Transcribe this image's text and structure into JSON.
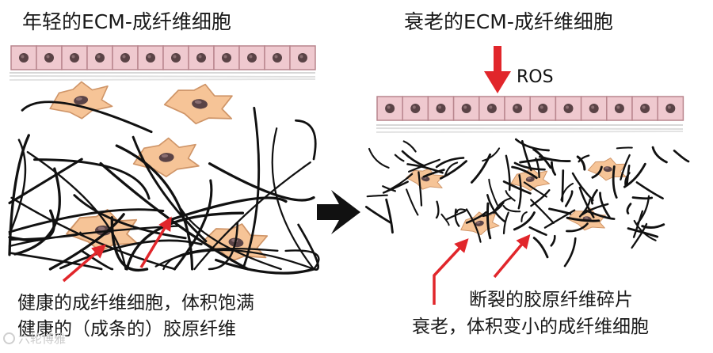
{
  "left_panel": {
    "title": "年轻的ECM-成纤维细胞",
    "caption_line1": "健康的成纤维细胞，体积饱满",
    "caption_line2": "健康的（成条的）胶原纤维"
  },
  "right_panel": {
    "title": "衰老的ECM-成纤维细胞",
    "stress_label": "ROS",
    "caption_line1": "断裂的胶原纤维碎片",
    "caption_line2": "衰老，体积变小的成纤维细胞"
  },
  "watermark": "六轮博雅",
  "colors": {
    "epithelium_fill": "#efc9cf",
    "epithelium_stroke": "#b9868e",
    "nucleus": "#5a4346",
    "fibroblast_fill": "#f6c497",
    "fibroblast_stroke": "#cf9568",
    "fiber": "#111111",
    "arrow_red": "#e1262b",
    "arrow_black": "#111111"
  }
}
